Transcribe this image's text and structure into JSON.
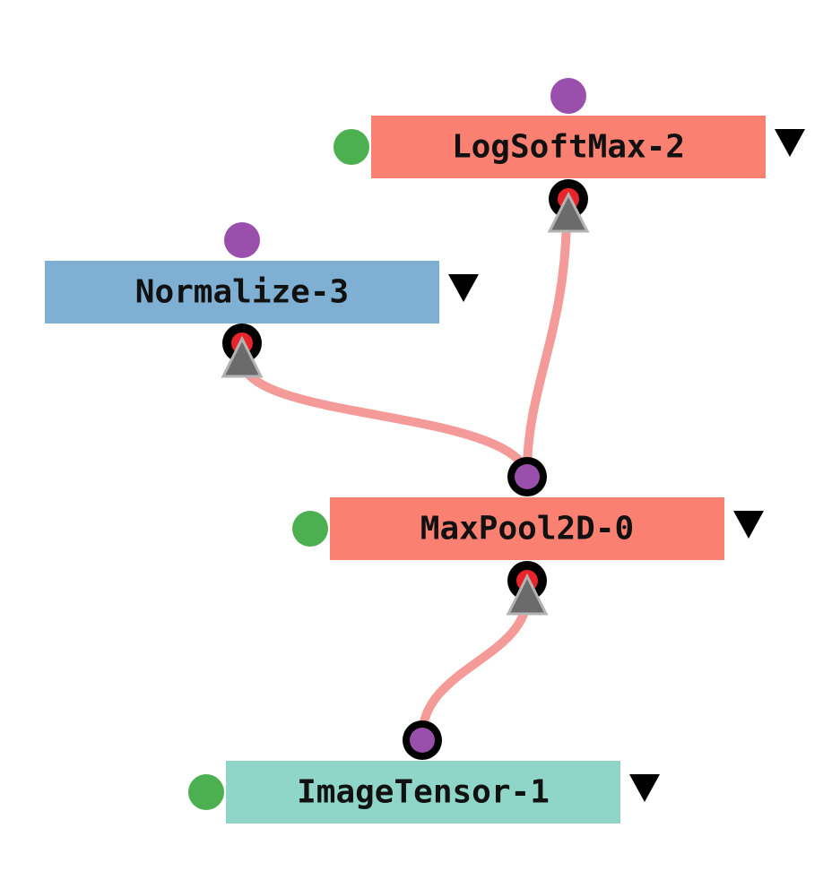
{
  "graph": {
    "colors": {
      "edge": "#f49a98",
      "status_dot": "#4caf50",
      "output_port": "#9b4fad",
      "input_port_ring": "#000000",
      "input_port_core": "#e8252b",
      "input_arrow": "#6b6b6b",
      "toggle": "#000000"
    },
    "nodes": [
      {
        "id": "logsoftmax",
        "label": "LogSoftMax-2",
        "color": "#fa8072",
        "toggle_icon": "triangle-down-icon"
      },
      {
        "id": "normalize",
        "label": "Normalize-3",
        "color": "#7fb0d4",
        "toggle_icon": "triangle-down-icon"
      },
      {
        "id": "maxpool",
        "label": "MaxPool2D-0",
        "color": "#fa8072",
        "toggle_icon": "triangle-down-icon"
      },
      {
        "id": "imagetensor",
        "label": "ImageTensor-1",
        "color": "#8fd6c9",
        "toggle_icon": "triangle-down-icon"
      }
    ],
    "edges": [
      {
        "from": "maxpool",
        "to": "logsoftmax"
      },
      {
        "from": "maxpool",
        "to": "normalize"
      },
      {
        "from": "imagetensor",
        "to": "maxpool"
      }
    ]
  }
}
